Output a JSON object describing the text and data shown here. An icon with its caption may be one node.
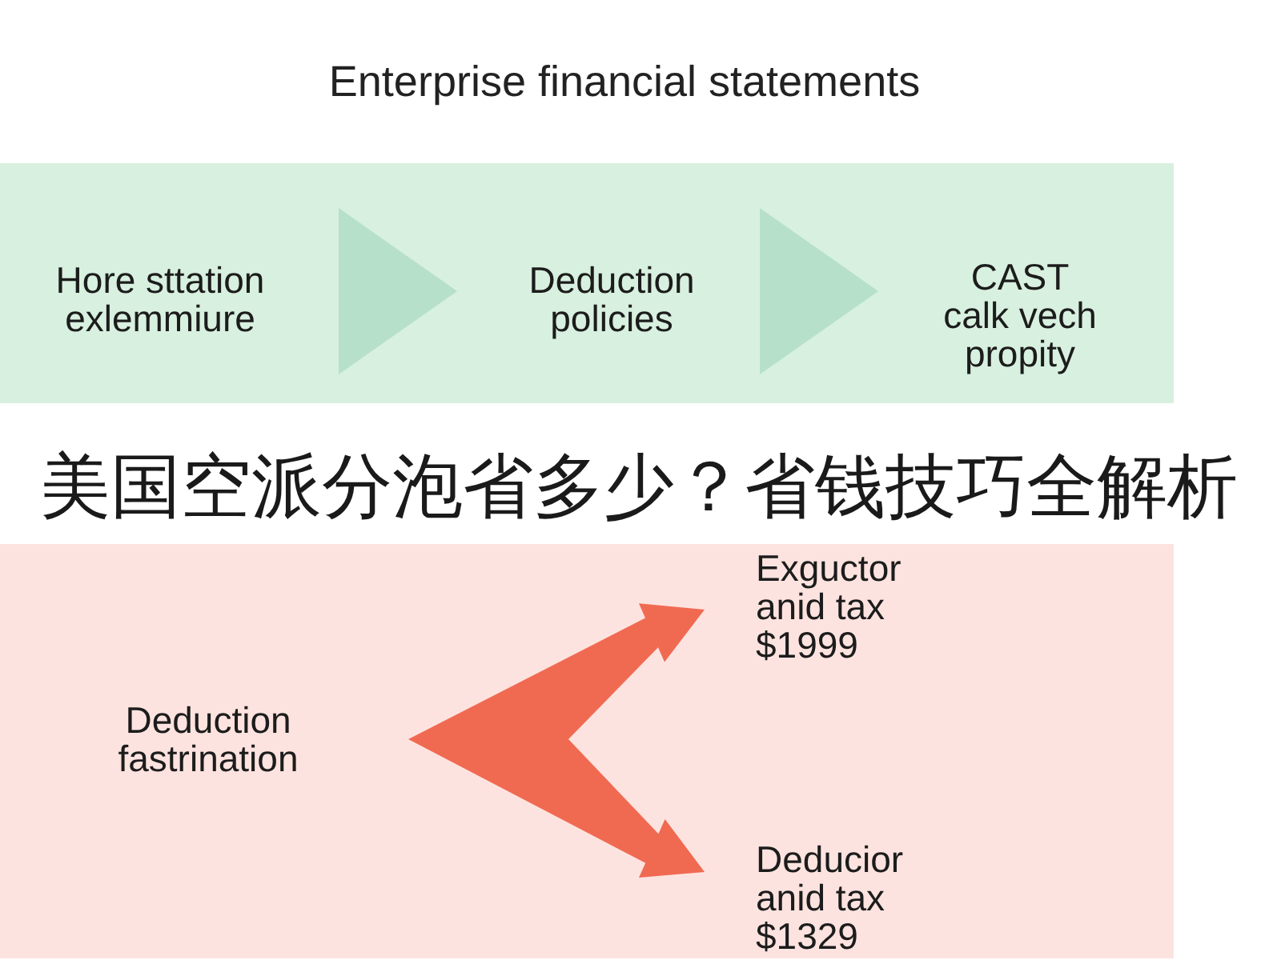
{
  "diagram": {
    "title": "Enterprise financial statements",
    "nodes": [
      {
        "text": [],
        "shape": "box"
      },
      {
        "text": [
          "Hore sttation exlemmiure"
        ],
        "in": 0
      },
      {
        "text": [
          "Deduction policies"
        ],
        "in": 0
      },
      {
        "text": [
          "CAST calk vech propity"
        ],
        "in": 0
      },
      {
        "text": [],
        "shape": "box"
      },
      {
        "text": [
          "Deduction fastrination"
        ],
        "in": 4
      },
      {
        "text": [
          "Exguctor anid tax $1999"
        ],
        "in": 4
      },
      {
        "text": [
          "Deducior anid tax $1329"
        ],
        "in": 4
      }
    ],
    "edges": [
      {
        "from": 1,
        "to": 2,
        "arrow": "to",
        "color": "#b6e0ca"
      },
      {
        "from": 2,
        "to": 3,
        "arrow": "to",
        "color": "#b6e0ca"
      },
      {
        "from": 5,
        "to": 6,
        "arrow": "to",
        "color": "#f06a52"
      },
      {
        "from": 5,
        "to": 7,
        "arrow": "to",
        "color": "#f06a52"
      }
    ],
    "labels": [
      "美国空派分泡省多少？省钱技巧全解析"
    ]
  }
}
